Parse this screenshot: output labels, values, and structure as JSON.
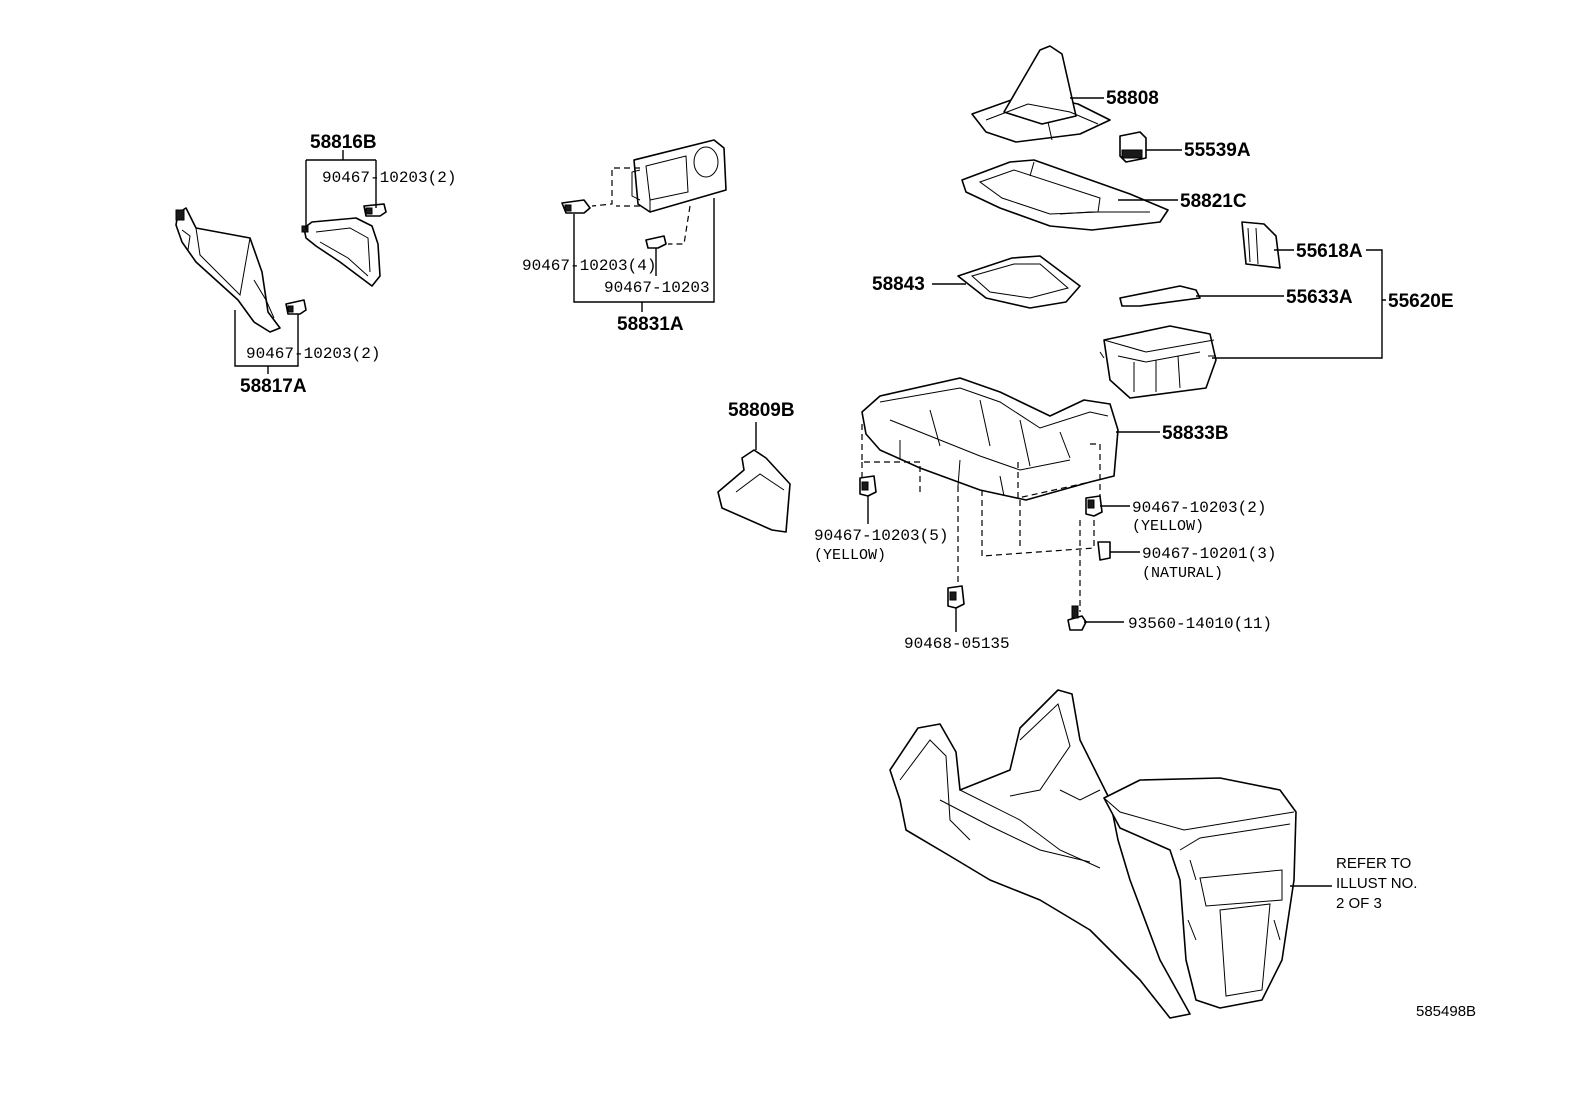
{
  "labels": {
    "p58816B": "58816B",
    "p90467_10203_2_a": "90467-10203(2)",
    "p90467_10203_2_b": "90467-10203(2)",
    "p58817A": "58817A",
    "p90467_10203_4": "90467-10203(4)",
    "p90467_10203": "90467-10203",
    "p58831A": "58831A",
    "p58808": "58808",
    "p55539A": "55539A",
    "p58821C": "58821C",
    "p55618A": "55618A",
    "p58843": "58843",
    "p55633A": "55633A",
    "p55620E": "55620E",
    "p58809B": "58809B",
    "p58833B": "58833B",
    "p90467_10203_2_c": "90467-10203(2)",
    "yellow_right": "(YELLOW)",
    "p90467_10201_3": "90467-10201(3)",
    "natural": "(NATURAL)",
    "p90467_10203_5": "90467-10203(5)",
    "yellow_left": "(YELLOW)",
    "p93560_14010_11": "93560-14010(11)",
    "p90468_05135": "90468-05135",
    "refer_line1": "REFER TO",
    "refer_line2": "ILLUST NO.",
    "refer_line3": "2 OF 3",
    "diagram_id": "585498B"
  }
}
